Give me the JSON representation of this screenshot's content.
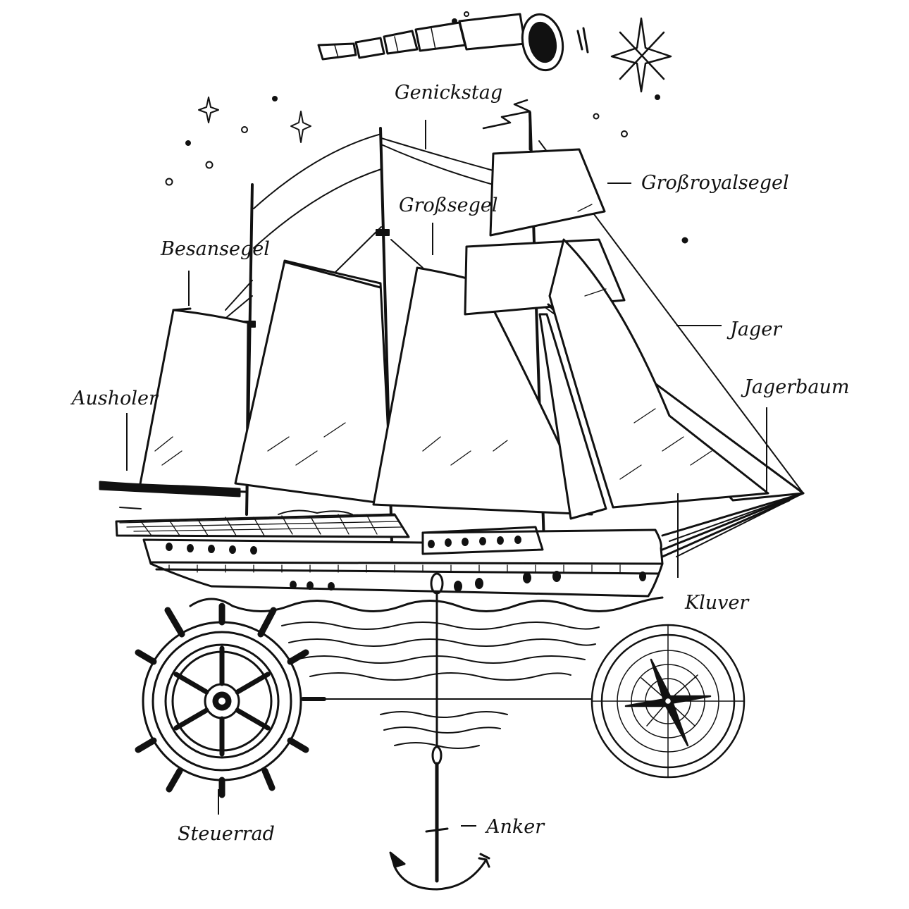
{
  "diagram": {
    "labels": {
      "genickstag": "Genickstag",
      "grossroyalsegel": "Großroyalsegel",
      "grosssegel": "Großsegel",
      "besansegel": "Besansegel",
      "jager": "Jager",
      "jagerbaum": "Jagerbaum",
      "ausholer": "Ausholer",
      "kluver": "Kluver",
      "steuerrad": "Steuerrad",
      "anker": "Anker"
    },
    "icons": [
      "spyglass-icon",
      "star-icon",
      "ship-wheel-icon",
      "compass-rose-icon",
      "anchor-icon"
    ],
    "colors": {
      "ink": "#111111",
      "paper": "#ffffff"
    }
  }
}
